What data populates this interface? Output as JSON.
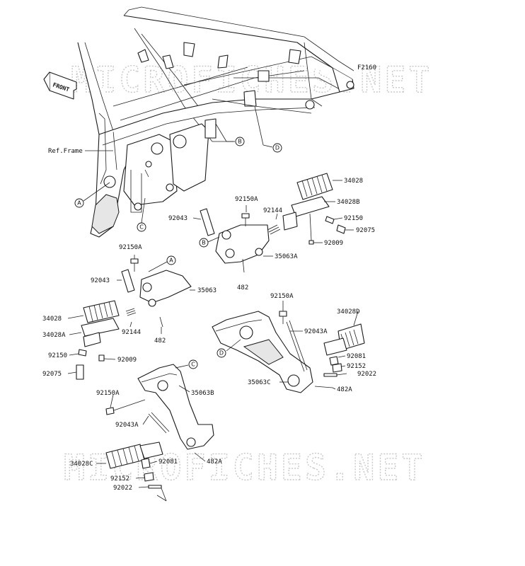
{
  "diagram_code": "F2160",
  "front_label": "FRONT",
  "ref_frame": "Ref.Frame",
  "watermark": "MICROFICHES.NET",
  "refs": {
    "a": "A",
    "b": "B",
    "c": "C",
    "d": "D"
  },
  "parts": {
    "p34028_r": "34028",
    "p34028b": "34028B",
    "p92150a_r": "92150A",
    "p92144_r": "92144",
    "p92150_r": "92150",
    "p92075_r": "92075",
    "p92043_r": "92043",
    "p92009_r": "92009",
    "p35063a": "35063A",
    "p482_r": "482",
    "p92150a_l": "92150A",
    "p92043_l": "92043",
    "p35063": "35063",
    "p34028_l": "34028",
    "p92144_l": "92144",
    "p34028a": "34028A",
    "p482_l": "482",
    "p92150_l": "92150",
    "p92009_l": "92009",
    "p92075_l": "92075",
    "p92150a_d": "92150A",
    "p34028d": "34028D",
    "p92043a_d": "92043A",
    "p92081_d": "92081",
    "p92152_d": "92152",
    "p92022_d": "92022",
    "p35063c": "35063C",
    "p482a_d": "482A",
    "p92150a_c": "92150A",
    "p35063b": "35063B",
    "p92043a_c": "92043A",
    "p34028c": "34028C",
    "p92081_c": "92081",
    "p482a_c": "482A",
    "p92152_c": "92152",
    "p92022_c": "92022"
  }
}
